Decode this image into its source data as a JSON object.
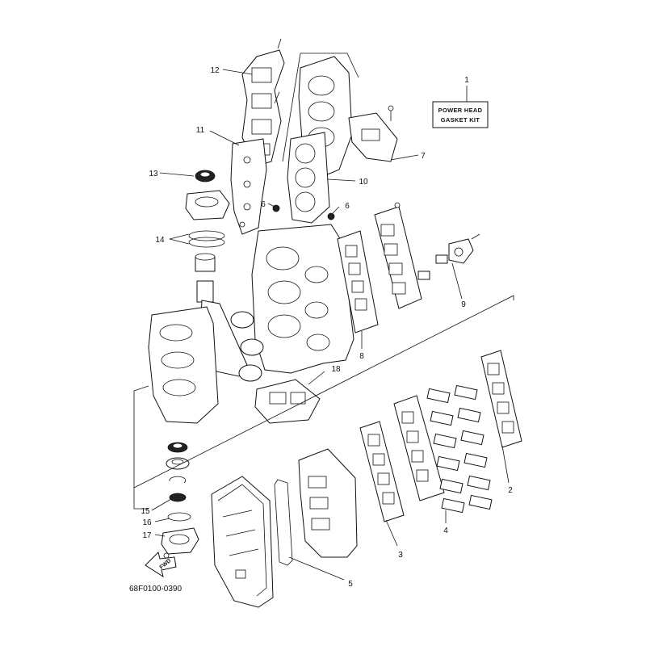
{
  "callouts": {
    "c1": "1",
    "c2": "2",
    "c3": "3",
    "c4": "4",
    "c5": "5",
    "c6a": "6",
    "c6b": "6",
    "c7": "7",
    "c8": "8",
    "c9": "9",
    "c10": "10",
    "c11": "11",
    "c12": "12",
    "c13": "13",
    "c14": "14",
    "c15": "15",
    "c16": "16",
    "c17": "17",
    "c18": "18"
  },
  "kit_label": {
    "line1": "POWER HEAD",
    "line2": "GASKET KIT"
  },
  "fwd_label": "FWD",
  "diagram_code": "68F0100-0390"
}
